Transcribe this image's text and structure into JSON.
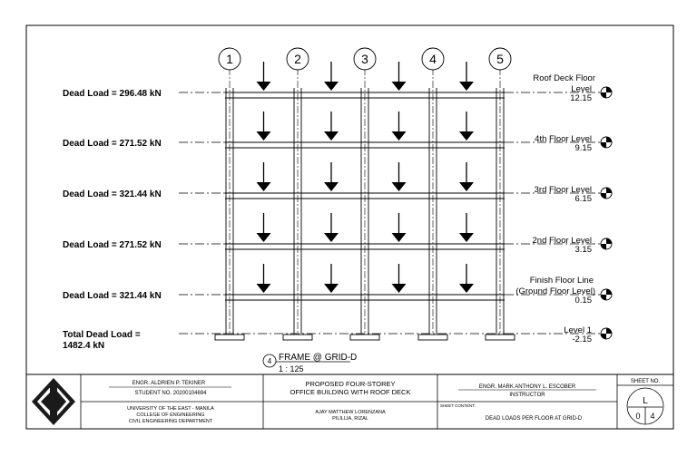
{
  "grid_labels": [
    "1",
    "2",
    "3",
    "4",
    "5"
  ],
  "dead_loads": [
    "Dead Load = 296.48 kN",
    "Dead Load = 271.52 kN",
    "Dead Load = 321.44 kN",
    "Dead Load = 271.52 kN",
    "Dead Load = 321.44 kN"
  ],
  "total_dead_load": [
    "Total Dead Load =",
    "1482.4 kN"
  ],
  "levels": [
    {
      "name_lines": [
        "Roof Deck Floor",
        "Level"
      ],
      "elevation": "12.15"
    },
    {
      "name_lines": [
        "4th Floor Level"
      ],
      "elevation": "9.15"
    },
    {
      "name_lines": [
        "3rd Floor Level"
      ],
      "elevation": "6.15"
    },
    {
      "name_lines": [
        "2nd Floor Level"
      ],
      "elevation": "3.15"
    },
    {
      "name_lines": [
        "Finish Floor Line",
        "(Ground Floor Level)"
      ],
      "elevation": "0.15"
    },
    {
      "name_lines": [
        "Level 1"
      ],
      "elevation": "-2.15"
    }
  ],
  "drawing_title": {
    "number": "4",
    "title": "FRAME @ GRID-D",
    "scale": "1 : 125"
  },
  "title_block": {
    "student_name": "ENGR. ALDRIEN P. TEKINER",
    "student_no": "STUDENT NO. 20200104694",
    "school_lines": [
      "UNIVERSITY OF THE EAST - MANILA",
      "COLLEGE OF ENGINEERING",
      "CIVIL ENGINEERING DEPARTMENT"
    ],
    "project_lines": [
      "PROPOSED FOUR-STOREY",
      "OFFICE BUILDING WITH ROOF DECK"
    ],
    "owner_lines": [
      "AJAY MATTHEW LORENZANA",
      "PILILLIA, RIZAL"
    ],
    "instructor_name": "ENGR. MARK ANTHONY L. ESCOBER",
    "instructor_role": "INSTRUCTOR",
    "sheet_content_label": "SHEET CONTENT:",
    "sheet_content": "DEAD LOADS PER FLOOR AT GRID-D",
    "sheet_no_label": "SHEET NO.",
    "sheet_letter": "L",
    "sheet_index": "0",
    "sheet_total": "4"
  }
}
